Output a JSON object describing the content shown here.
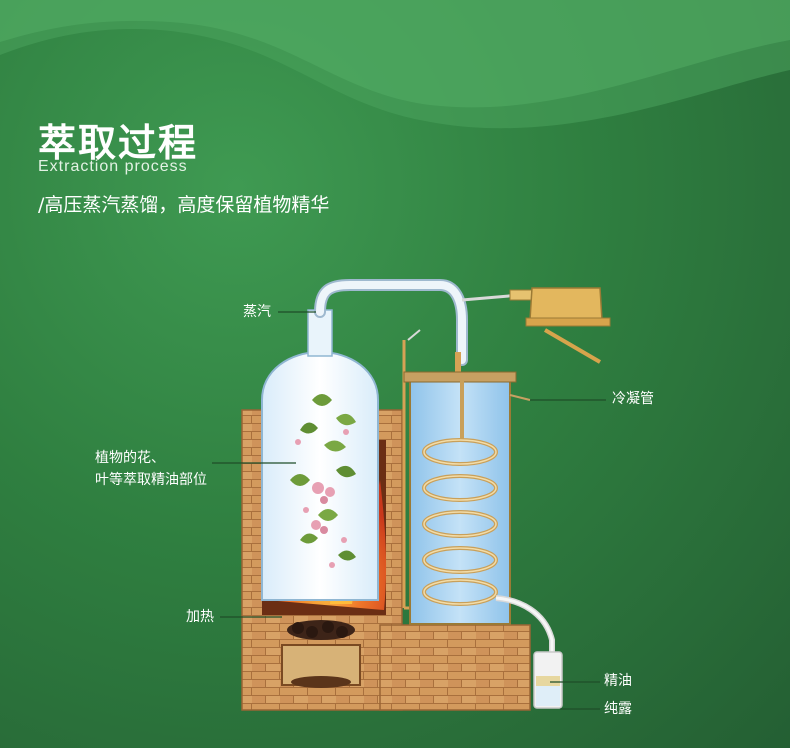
{
  "header": {
    "title": "萃取过程",
    "subtitle_en": "Extraction process",
    "tagline": "/高压蒸汽蒸馏，高度保留植物精华"
  },
  "labels": {
    "steam": "蒸汽",
    "plant_line1": "植物的花、",
    "plant_line2": "叶等萃取精油部位",
    "heating": "加热",
    "condenser": "冷凝管",
    "essential_oil": "精油",
    "hydrosol": "纯露"
  },
  "colors": {
    "bg_green": "#2f7f40",
    "brick": "#c98a4e",
    "water": "#a9d3f0",
    "flame": "#e8541c",
    "copper": "#c9a05a"
  }
}
